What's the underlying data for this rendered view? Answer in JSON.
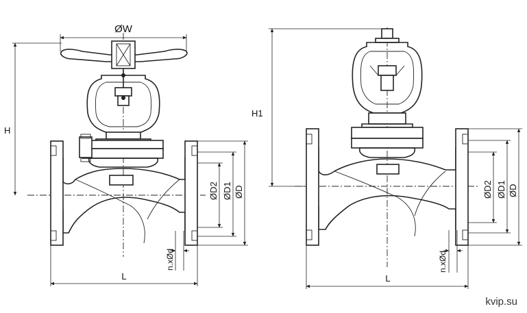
{
  "left_view": {
    "labels": {
      "handwheel_diameter": "ØW",
      "height": "H",
      "length": "L",
      "d2": "ØD2",
      "d1": "ØD1",
      "d": "ØD",
      "bolt_holes": "n.xØd"
    }
  },
  "right_view": {
    "labels": {
      "height": "H1",
      "length": "L",
      "d2": "ØD2",
      "d1": "ØD1",
      "d": "ØD",
      "bolt_holes": "n.xØd"
    }
  },
  "watermark": "kvip.su"
}
